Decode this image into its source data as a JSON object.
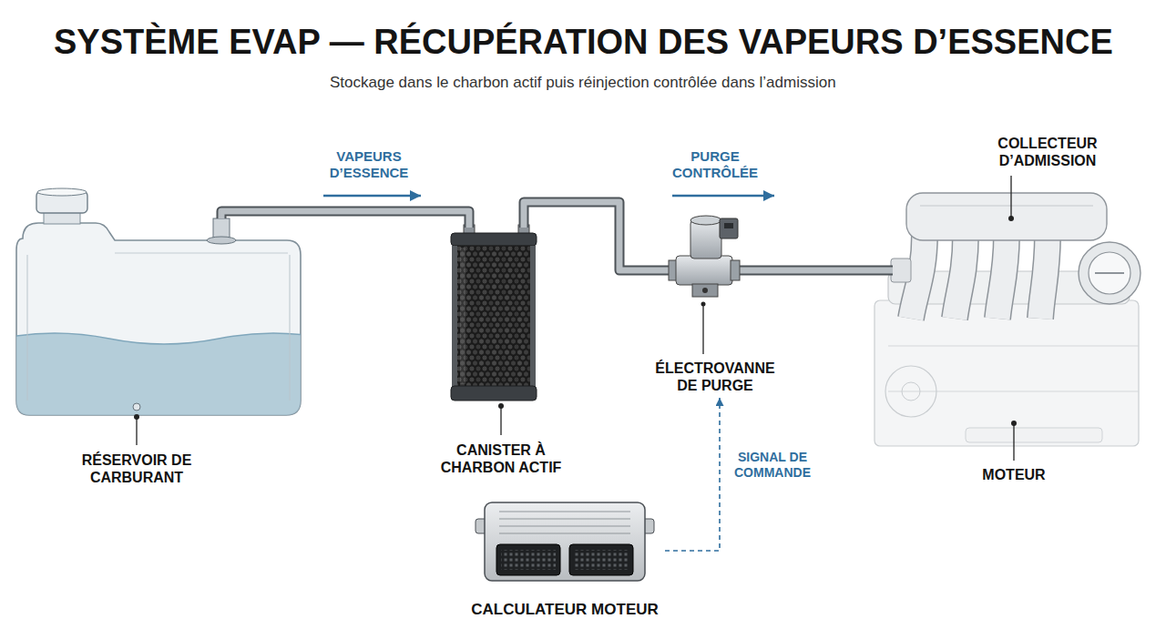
{
  "diagram": {
    "title": "SYSTÈME EVAP — RÉCUPÉRATION DES VAPEURS D’ESSENCE",
    "caption": "Stockage dans le charbon actif puis réinjection contrôlée dans l’admission",
    "nodes": [
      {
        "text": [
          "RÉSERVOIR DE CARBURANT"
        ]
      },
      {
        "text": [
          "CANISTER À CHARBON ACTIF"
        ]
      },
      {
        "text": [
          "ÉLECTROVANNE DE PURGE"
        ]
      },
      {
        "text": [
          "MOTEUR"
        ]
      },
      {
        "text": [
          "CALCULATEUR MOTEUR"
        ]
      }
    ],
    "edges": [
      {
        "from": 0,
        "to": 1,
        "arrow": "to",
        "label": "VAPEURS D’ESSENCE"
      },
      {
        "from": 1,
        "to": 2,
        "arrow": "none"
      },
      {
        "from": 2,
        "to": 3,
        "arrow": "to",
        "label": "PURGE CONTRÔLÉE"
      },
      {
        "from": 4,
        "to": 2,
        "arrow": "to",
        "label": "SIGNAL DE COMMANDE"
      }
    ],
    "labels": [
      "COLLECTEUR D’ADMISSION"
    ]
  }
}
